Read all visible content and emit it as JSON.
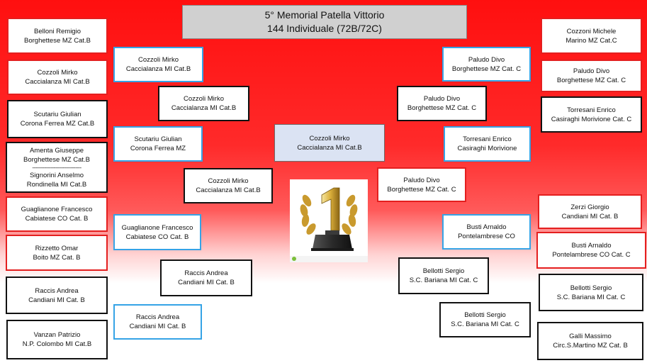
{
  "header": {
    "title": "5° Memorial Patella Vittorio",
    "subtitle": "144 Individuale  (72B/72C)"
  },
  "left_r1": [
    {
      "name": "Belloni Remigio",
      "club": "Borghettese MZ Cat.B"
    },
    {
      "name": "Cozzoli Mirko",
      "club": "Caccialanza MI Cat.B"
    },
    {
      "name": "Scutariu Giulian",
      "club": "Corona Ferrea MZ Cat.B"
    },
    {
      "name": "Amenta Giuseppe",
      "club": "Borghettese MZ Cat.B",
      "separator": "--------------------------------",
      "name2": "Signorini Anselmo",
      "club2": "Rondinella MI Cat.B"
    },
    {
      "name": "Guaglianone Francesco",
      "club": "Cabiatese CO  Cat. B"
    },
    {
      "name": "Rizzetto Omar",
      "club": "Boito MZ Cat. B"
    },
    {
      "name": "Raccis Andrea",
      "club": "Candiani MI Cat. B"
    },
    {
      "name": "Vanzan Patrizio",
      "club": "N.P. Colombo MI Cat.B"
    }
  ],
  "left_r2": [
    {
      "name": "Cozzoli Mirko",
      "club": "Caccialanza MI Cat.B"
    },
    {
      "name": "Scutariu Giulian",
      "club": "Corona Ferrea MZ"
    },
    {
      "name": "Guaglianone Francesco",
      "club": "Cabiatese CO  Cat. B"
    },
    {
      "name": "Raccis Andrea",
      "club": "Candiani MI Cat. B"
    }
  ],
  "left_r3": [
    {
      "name": "Cozzoli Mirko",
      "club": "Caccialanza MI Cat.B"
    },
    {
      "name": "Raccis Andrea",
      "club": "Candiani MI Cat. B"
    }
  ],
  "left_r4": {
    "name": "Cozzoli Mirko",
    "club": "Caccialanza MI Cat.B"
  },
  "center": {
    "name": "Cozzoli Mirko",
    "club": "Caccialanza MI Cat.B"
  },
  "right_r1": [
    {
      "name": "Cozzoni Michele",
      "club": "Marino MZ Cat.C"
    },
    {
      "name": "Paludo Divo",
      "club": "Borghettese MZ Cat. C"
    },
    {
      "name": "Torresani Enrico",
      "club": "Casiraghi Morivione Cat. C"
    },
    {
      "name": "Zerzi Giorgio",
      "club": "Candiani MI Cat. B"
    },
    {
      "name": "Busti Arnaldo",
      "club": "Pontelambrese CO Cat. C"
    },
    {
      "name": "Bellotti Sergio",
      "club": "S.C. Bariana MI Cat. C"
    },
    {
      "name": "Galli Massimo",
      "club": "Circ.S.Martino MZ Cat. B"
    }
  ],
  "right_r2": [
    {
      "name": "Paludo Divo",
      "club": "Borghettese MZ Cat. C"
    },
    {
      "name": "Torresani Enrico",
      "club": "Casiraghi Morivione"
    },
    {
      "name": "Busti Arnaldo",
      "club": "Pontelambrese CO"
    },
    {
      "name": "Bellotti Sergio",
      "club": "S.C. Bariana MI Cat. C"
    }
  ],
  "right_r3": [
    {
      "name": "Paludo Divo",
      "club": "Borghettese MZ Cat. C"
    },
    {
      "name": "Bellotti Sergio",
      "club": "S.C. Bariana MI Cat. C"
    }
  ],
  "right_r4": {
    "name": "Paludo Divo",
    "club": "Borghettese MZ Cat. C"
  },
  "trophy": {
    "icon": "trophy-number-one-icon"
  }
}
